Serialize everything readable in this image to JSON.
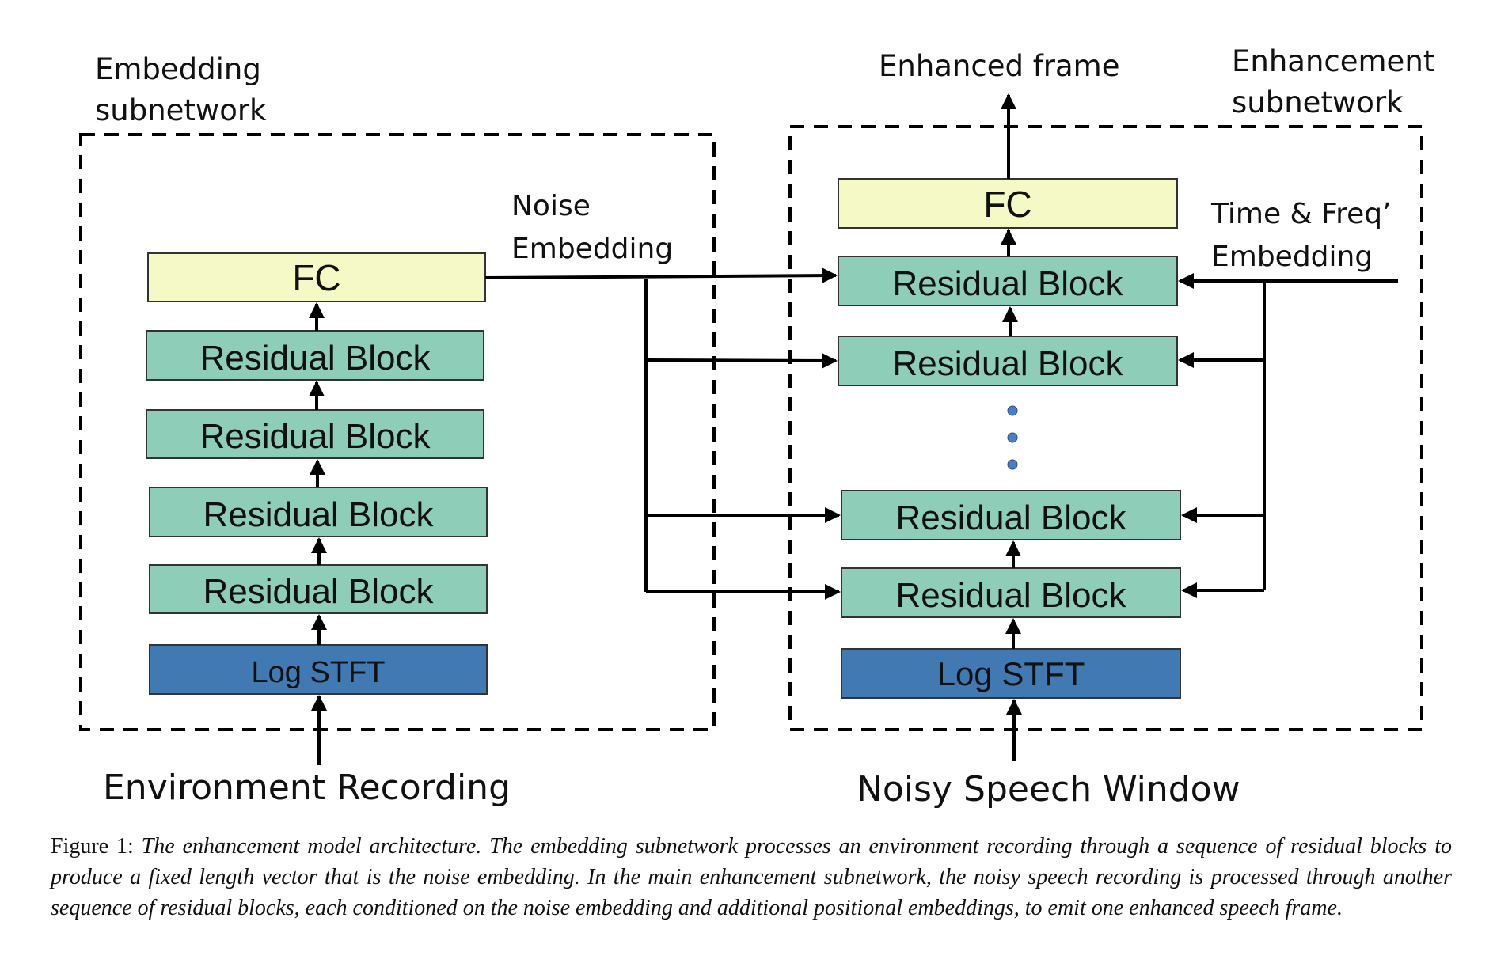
{
  "colors": {
    "fc_fill": "#f4f9c5",
    "residual_fill": "#8ecdb8",
    "stft_fill": "#4179b2",
    "dot_fill": "#4a7fc4",
    "line": "#000000"
  },
  "embedding_subnetwork": {
    "title_line1": "Embedding",
    "title_line2": "subnetwork",
    "fc_label": "FC",
    "residual_labels": [
      "Residual Block",
      "Residual Block",
      "Residual Block",
      "Residual Block"
    ],
    "stft_label": "Log STFT",
    "input_label": "Environment Recording"
  },
  "enhancement_subnetwork": {
    "title_line1": "Enhancement",
    "title_line2": "subnetwork",
    "fc_label": "FC",
    "residual_labels": [
      "Residual Block",
      "Residual Block",
      "Residual Block",
      "Residual Block"
    ],
    "stft_label": "Log STFT",
    "input_label": "Noisy Speech Window",
    "output_label": "Enhanced frame"
  },
  "noise_embedding": {
    "line1": "Noise",
    "line2": "Embedding"
  },
  "time_freq_embedding": {
    "line1": "Time & Freq’",
    "line2": "Embedding"
  },
  "caption": {
    "label": "Figure 1:",
    "text": "The enhancement model architecture. The embedding subnetwork processes an environment recording through a sequence of residual blocks to produce a fixed length vector that is the noise embedding. In the main enhancement subnetwork, the noisy speech recording is processed through another sequence of residual blocks, each conditioned on the noise embedding and additional positional embeddings, to emit one enhanced speech frame."
  }
}
